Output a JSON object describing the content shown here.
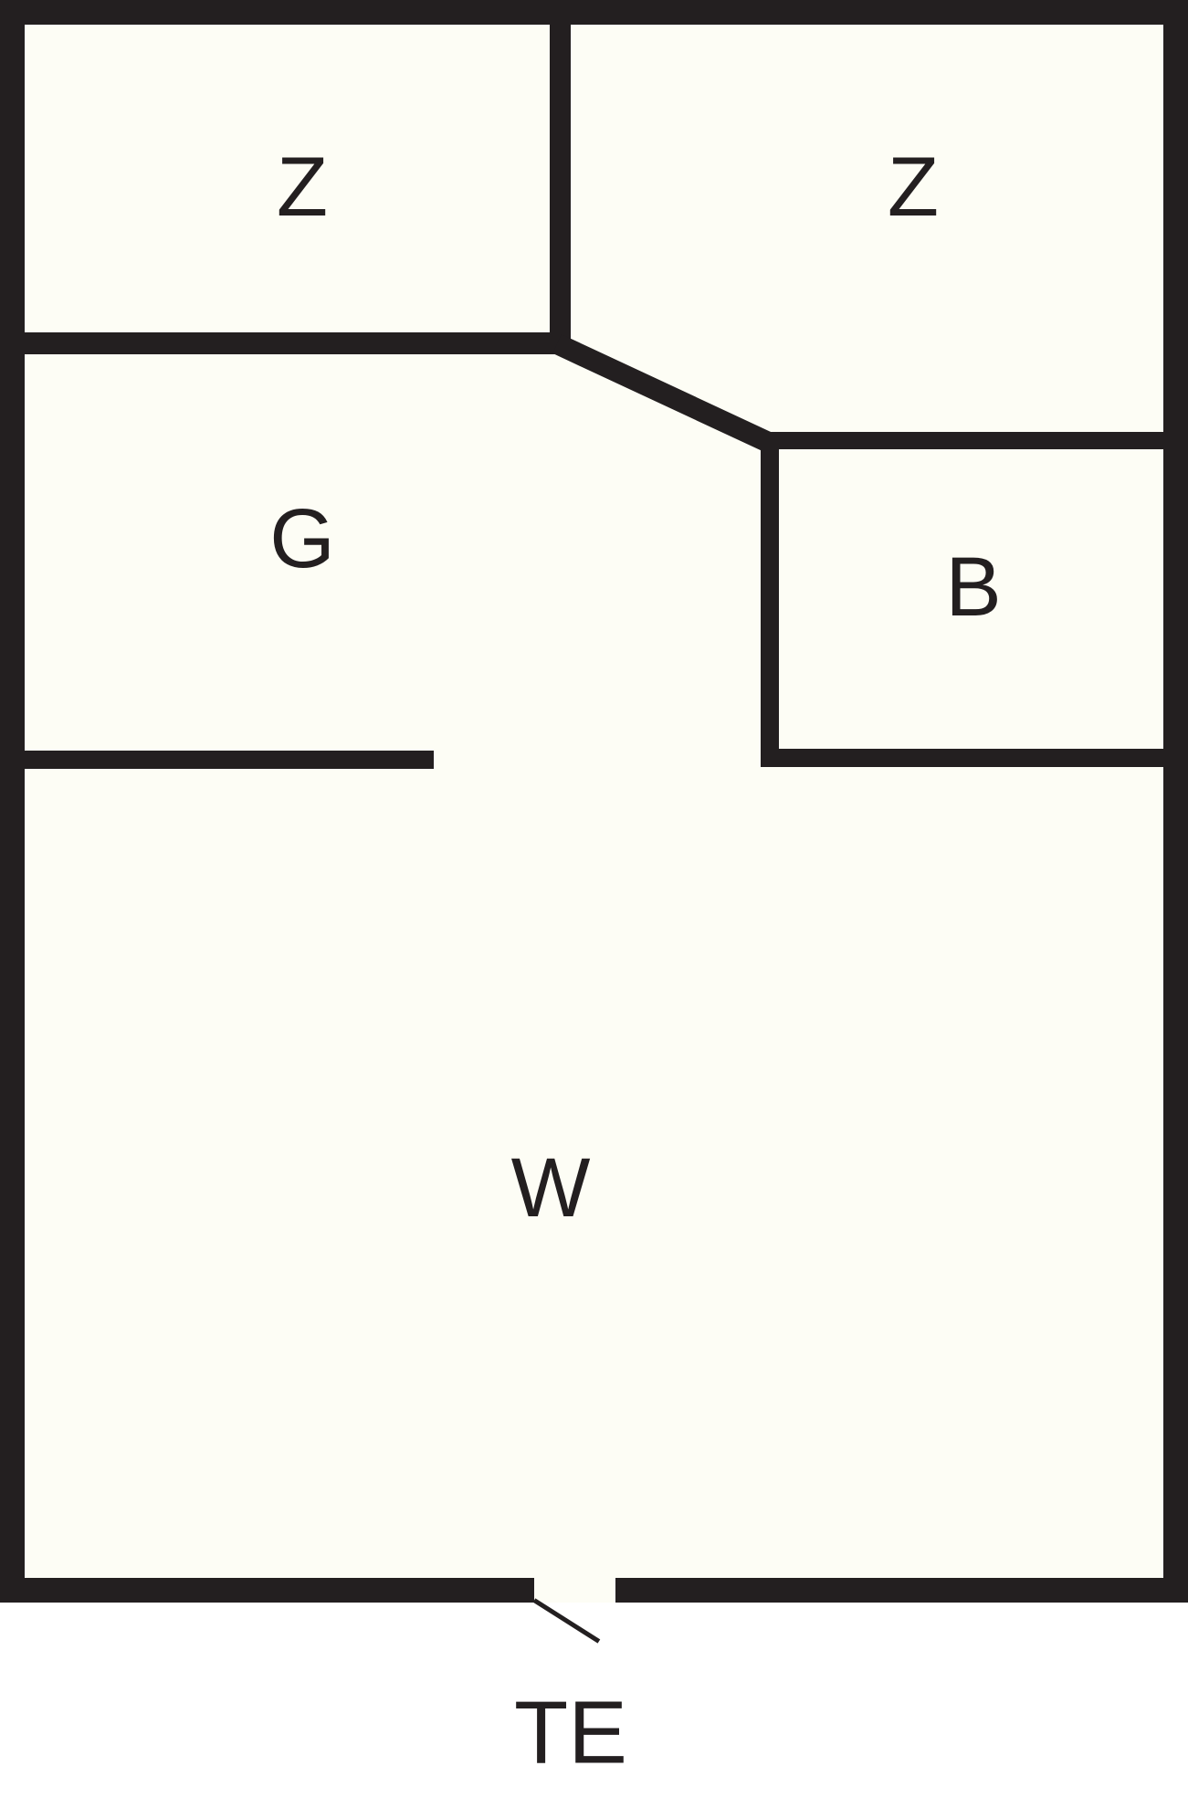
{
  "floor_plan": {
    "rooms": {
      "z_left": {
        "label": "Z"
      },
      "z_right": {
        "label": "Z"
      },
      "g": {
        "label": "G"
      },
      "b": {
        "label": "B"
      },
      "w": {
        "label": "W"
      }
    },
    "entrance": {
      "label": "TE"
    },
    "colors": {
      "wall": "#231F20",
      "floor": "#FDFDF5",
      "background": "#FFFFFF",
      "text": "#231F20"
    }
  }
}
